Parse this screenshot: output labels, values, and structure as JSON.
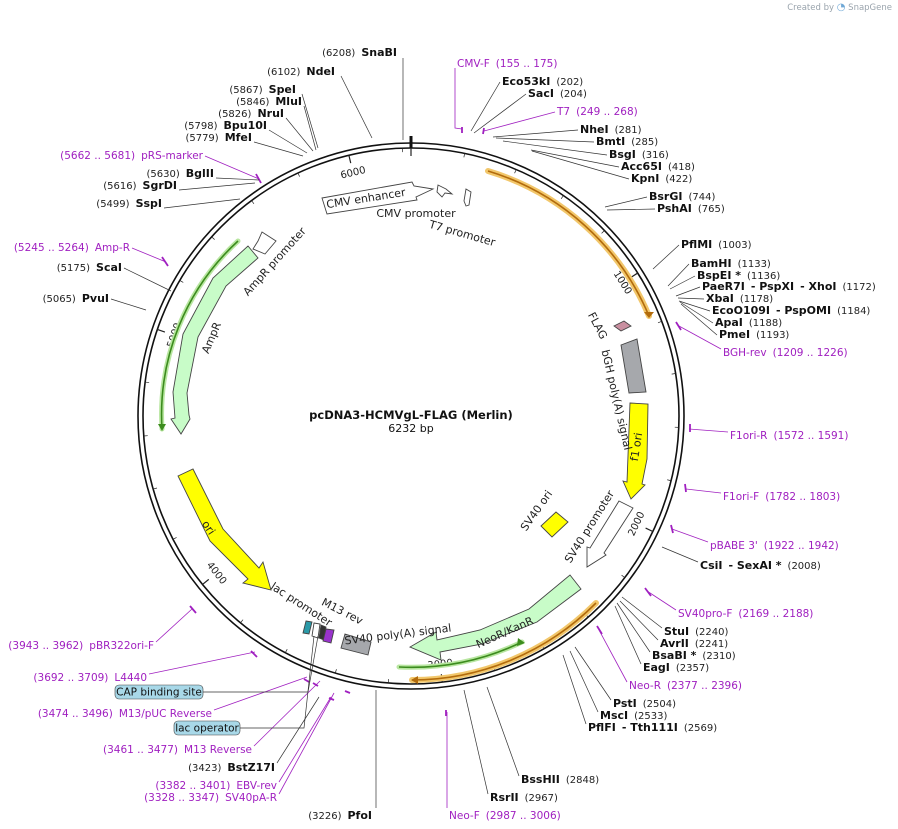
{
  "watermark": {
    "prefix": "Created by",
    "brand": "SnapGene"
  },
  "plasmid": {
    "name": "pcDNA3-HCMVgL-FLAG (Merlin)",
    "length_label": "6232 bp",
    "length": 6232
  },
  "ticks": [
    {
      "label": "1000",
      "bp": 1000
    },
    {
      "label": "2000",
      "bp": 2000
    },
    {
      "label": "3000",
      "bp": 3000
    },
    {
      "label": "4000",
      "bp": 4000
    },
    {
      "label": "5000",
      "bp": 5000
    },
    {
      "label": "6000",
      "bp": 6000
    }
  ],
  "sites": [
    {
      "parts": [
        {
          "t": "(6208)",
          "k": "p"
        },
        {
          "t": "SnaBI",
          "k": "n"
        }
      ]
    },
    {
      "parts": [
        {
          "t": "(6102)",
          "k": "p"
        },
        {
          "t": "NdeI",
          "k": "n"
        }
      ]
    },
    {
      "parts": [
        {
          "t": "(5867)",
          "k": "p"
        },
        {
          "t": "SpeI",
          "k": "n"
        }
      ]
    },
    {
      "parts": [
        {
          "t": "(5846)",
          "k": "p"
        },
        {
          "t": "MluI",
          "k": "n"
        }
      ]
    },
    {
      "parts": [
        {
          "t": "(5826)",
          "k": "p"
        },
        {
          "t": "NruI",
          "k": "n"
        }
      ]
    },
    {
      "parts": [
        {
          "t": "(5798)",
          "k": "p"
        },
        {
          "t": "Bpu10I",
          "k": "n"
        }
      ]
    },
    {
      "parts": [
        {
          "t": "(5779)",
          "k": "p"
        },
        {
          "t": "MfeI",
          "k": "n"
        }
      ]
    },
    {
      "parts": [
        {
          "t": "(5630)",
          "k": "p"
        },
        {
          "t": "BglII",
          "k": "n"
        }
      ]
    },
    {
      "parts": [
        {
          "t": "(5616)",
          "k": "p"
        },
        {
          "t": "SgrDI",
          "k": "n"
        }
      ]
    },
    {
      "parts": [
        {
          "t": "(5499)",
          "k": "p"
        },
        {
          "t": "SspI",
          "k": "n"
        }
      ]
    },
    {
      "parts": [
        {
          "t": "(5175)",
          "k": "p"
        },
        {
          "t": "ScaI",
          "k": "n"
        }
      ]
    },
    {
      "parts": [
        {
          "t": "(5065)",
          "k": "p"
        },
        {
          "t": "PvuI",
          "k": "n"
        }
      ]
    },
    {
      "parts": [
        {
          "t": "Eco53kI",
          "k": "n"
        },
        {
          "t": "(202)",
          "k": "p"
        }
      ]
    },
    {
      "parts": [
        {
          "t": "SacI",
          "k": "n"
        },
        {
          "t": "(204)",
          "k": "p"
        }
      ]
    },
    {
      "parts": [
        {
          "t": "NheI",
          "k": "n"
        },
        {
          "t": "(281)",
          "k": "p"
        }
      ]
    },
    {
      "parts": [
        {
          "t": "BmtI",
          "k": "n"
        },
        {
          "t": "(285)",
          "k": "p"
        }
      ]
    },
    {
      "parts": [
        {
          "t": "BsgI",
          "k": "n"
        },
        {
          "t": "(316)",
          "k": "p"
        }
      ]
    },
    {
      "parts": [
        {
          "t": "Acc65I",
          "k": "n"
        },
        {
          "t": "(418)",
          "k": "p"
        }
      ]
    },
    {
      "parts": [
        {
          "t": "KpnI",
          "k": "n"
        },
        {
          "t": "(422)",
          "k": "p"
        }
      ]
    },
    {
      "parts": [
        {
          "t": "BsrGI",
          "k": "n"
        },
        {
          "t": "(744)",
          "k": "p"
        }
      ]
    },
    {
      "parts": [
        {
          "t": "PshAI",
          "k": "n"
        },
        {
          "t": "(765)",
          "k": "p"
        }
      ]
    },
    {
      "parts": [
        {
          "t": "PflMI",
          "k": "n"
        },
        {
          "t": "(1003)",
          "k": "p"
        }
      ]
    },
    {
      "parts": [
        {
          "t": "BamHI",
          "k": "n"
        },
        {
          "t": "(1133)",
          "k": "p"
        }
      ]
    },
    {
      "parts": [
        {
          "t": "BspEI *",
          "k": "n"
        },
        {
          "t": "(1136)",
          "k": "p"
        }
      ]
    },
    {
      "parts": [
        {
          "t": "PaeR7I",
          "k": "n"
        },
        {
          "t": "- PspXI",
          "k": "n"
        },
        {
          "t": "- XhoI",
          "k": "n"
        },
        {
          "t": "(1172)",
          "k": "p"
        }
      ]
    },
    {
      "parts": [
        {
          "t": "XbaI",
          "k": "n"
        },
        {
          "t": "(1178)",
          "k": "p"
        }
      ]
    },
    {
      "parts": [
        {
          "t": "EcoO109I",
          "k": "n"
        },
        {
          "t": "- PspOMI",
          "k": "n"
        },
        {
          "t": "(1184)",
          "k": "p"
        }
      ]
    },
    {
      "parts": [
        {
          "t": "ApaI",
          "k": "n"
        },
        {
          "t": "(1188)",
          "k": "p"
        }
      ]
    },
    {
      "parts": [
        {
          "t": "PmeI",
          "k": "n"
        },
        {
          "t": "(1193)",
          "k": "p"
        }
      ]
    },
    {
      "parts": [
        {
          "t": "CsiI",
          "k": "n"
        },
        {
          "t": "- SexAI *",
          "k": "n"
        },
        {
          "t": "(2008)",
          "k": "p"
        }
      ]
    },
    {
      "parts": [
        {
          "t": "StuI",
          "k": "n"
        },
        {
          "t": "(2240)",
          "k": "p"
        }
      ]
    },
    {
      "parts": [
        {
          "t": "AvrII",
          "k": "n"
        },
        {
          "t": "(2241)",
          "k": "p"
        }
      ]
    },
    {
      "parts": [
        {
          "t": "BsaBI *",
          "k": "n"
        },
        {
          "t": "(2310)",
          "k": "p"
        }
      ]
    },
    {
      "parts": [
        {
          "t": "EagI",
          "k": "n"
        },
        {
          "t": "(2357)",
          "k": "p"
        }
      ]
    },
    {
      "parts": [
        {
          "t": "PstI",
          "k": "n"
        },
        {
          "t": "(2504)",
          "k": "p"
        }
      ]
    },
    {
      "parts": [
        {
          "t": "MscI",
          "k": "n"
        },
        {
          "t": "(2533)",
          "k": "p"
        }
      ]
    },
    {
      "parts": [
        {
          "t": "PflFI",
          "k": "n"
        },
        {
          "t": "- Tth111I",
          "k": "n"
        },
        {
          "t": "(2569)",
          "k": "p"
        }
      ]
    },
    {
      "parts": [
        {
          "t": "BssHII",
          "k": "n"
        },
        {
          "t": "(2848)",
          "k": "p"
        }
      ]
    },
    {
      "parts": [
        {
          "t": "RsrII",
          "k": "n"
        },
        {
          "t": "(2967)",
          "k": "p"
        }
      ]
    },
    {
      "parts": [
        {
          "t": "(3226)",
          "k": "p"
        },
        {
          "t": "PfoI",
          "k": "n"
        }
      ]
    },
    {
      "parts": [
        {
          "t": "(3423)",
          "k": "p"
        },
        {
          "t": "BstZ17I",
          "k": "n"
        }
      ]
    }
  ],
  "primers": [
    {
      "parts": [
        {
          "t": "CMV-F"
        },
        {
          "t": "(155 .. 175)"
        }
      ]
    },
    {
      "parts": [
        {
          "t": "T7"
        },
        {
          "t": "(249 .. 268)"
        }
      ]
    },
    {
      "parts": [
        {
          "t": "(5662 .. 5681)"
        },
        {
          "t": "pRS-marker"
        }
      ]
    },
    {
      "parts": [
        {
          "t": "(5245 .. 5264)"
        },
        {
          "t": "Amp-R"
        }
      ]
    },
    {
      "parts": [
        {
          "t": "BGH-rev"
        },
        {
          "t": "(1209 .. 1226)"
        }
      ]
    },
    {
      "parts": [
        {
          "t": "F1ori-R"
        },
        {
          "t": "(1572 .. 1591)"
        }
      ]
    },
    {
      "parts": [
        {
          "t": "F1ori-F"
        },
        {
          "t": "(1782 .. 1803)"
        }
      ]
    },
    {
      "parts": [
        {
          "t": "pBABE 3'"
        },
        {
          "t": "(1922 .. 1942)"
        }
      ]
    },
    {
      "parts": [
        {
          "t": "SV40pro-F"
        },
        {
          "t": "(2169 .. 2188)"
        }
      ]
    },
    {
      "parts": [
        {
          "t": "Neo-R"
        },
        {
          "t": "(2377 .. 2396)"
        }
      ]
    },
    {
      "parts": [
        {
          "t": "(3943 .. 3962)"
        },
        {
          "t": "pBR322ori-F"
        }
      ]
    },
    {
      "parts": [
        {
          "t": "(3692 .. 3709)"
        },
        {
          "t": "L4440"
        }
      ]
    },
    {
      "parts": [
        {
          "t": "(3474 .. 3496)"
        },
        {
          "t": "M13/pUC Reverse"
        }
      ]
    },
    {
      "parts": [
        {
          "t": "(3461 .. 3477)"
        },
        {
          "t": "M13 Reverse"
        }
      ]
    },
    {
      "parts": [
        {
          "t": "(3382 .. 3401)"
        },
        {
          "t": "EBV-rev"
        }
      ]
    },
    {
      "parts": [
        {
          "t": "(3328 .. 3347)"
        },
        {
          "t": "SV40pA-R"
        }
      ]
    },
    {
      "parts": [
        {
          "t": "Neo-F"
        },
        {
          "t": "(2987 .. 3006)"
        }
      ]
    }
  ],
  "boxed_labels": [
    "CAP binding site",
    "lac operator"
  ],
  "features": [
    {
      "label": "CMV enhancer",
      "color": "#ffffff"
    },
    {
      "label": "CMV promoter",
      "color": "#ffffff"
    },
    {
      "label": "T7 promoter",
      "color": "#ffffff"
    },
    {
      "label": "FLAG",
      "color": "#c98fa0"
    },
    {
      "label": "bGH poly(A) signal",
      "color": "#a6a8ac"
    },
    {
      "label": "f1 ori",
      "color": "#ffff00"
    },
    {
      "label": "SV40 ori",
      "color": "#ffff00"
    },
    {
      "label": "SV40 promoter",
      "color": "#ffffff"
    },
    {
      "label": "NeoR/KanR",
      "color": "#c8fcc8"
    },
    {
      "label": "SV40 poly(A) signal",
      "color": "#a6a8ac"
    },
    {
      "label": "M13 rev",
      "color": "#333333"
    },
    {
      "label": "lac promoter",
      "color": "#ffffff"
    },
    {
      "label": "ori",
      "color": "#ffff00"
    },
    {
      "label": "AmpR",
      "color": "#c8fcc8"
    },
    {
      "label": "AmpR promoter",
      "color": "#ffffff"
    }
  ],
  "colors": {
    "primer": "#a020c0",
    "orf_orange": "#d2871c",
    "orf_green": "#3c8c1e",
    "boxed_fill": "#a8d8e8"
  }
}
